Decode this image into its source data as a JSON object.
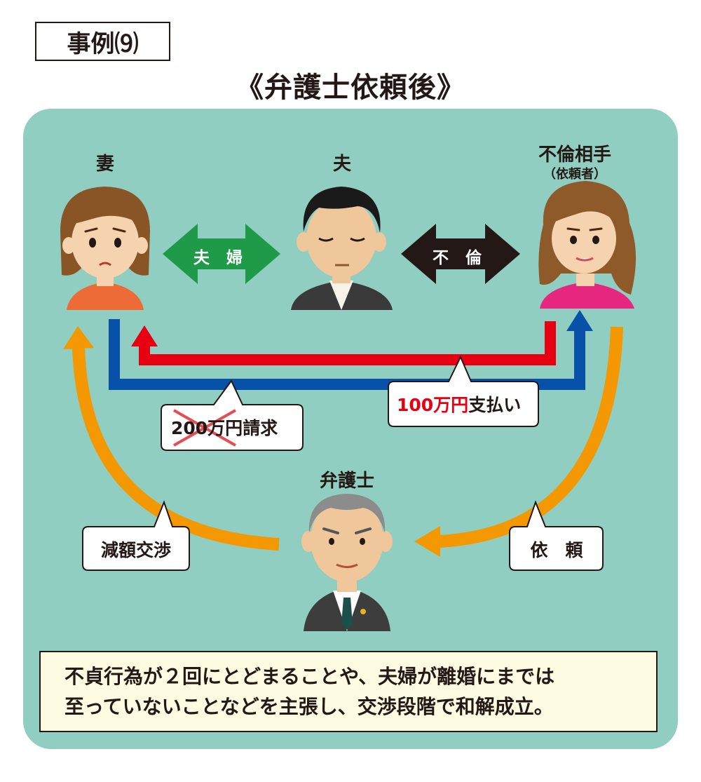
{
  "case_label": "事例⑼",
  "heading": "《弁護士依頼後》",
  "people": {
    "wife": "妻",
    "husband": "夫",
    "partner": "不倫相手",
    "partner_note": "（依頼者）",
    "lawyer": "弁護士"
  },
  "relations": {
    "couple": "夫婦",
    "affair": "不倫"
  },
  "callouts": {
    "claim_amount": "200万円",
    "claim_suffix": "請求",
    "payment_amount": "100万円",
    "payment_suffix": "支払い",
    "negotiation": "減額交渉",
    "request": "依　頼"
  },
  "summary": {
    "line1": "不貞行為が２回にとどまることや、夫婦が離婚にまでは",
    "line2": "至っていないことなどを主張し、交渉段階で和解成立。"
  },
  "colors": {
    "panel": "#90cec2",
    "couple_arrow": "#1f9a49",
    "affair_arrow": "#231815",
    "payment_arrow": "#e60012",
    "claim_arrow": "#0751a8",
    "lawyer_arrows": "#f39800",
    "strike": "#e44d52"
  }
}
